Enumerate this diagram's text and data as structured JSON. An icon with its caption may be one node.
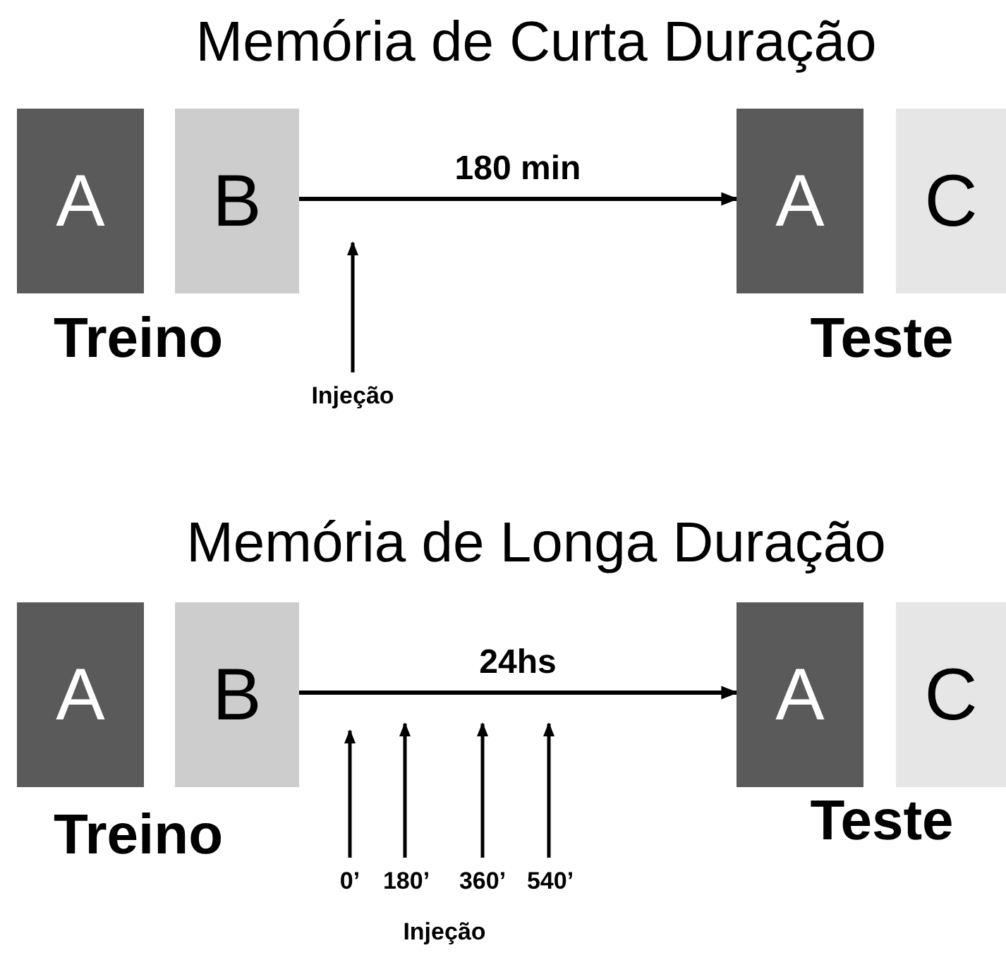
{
  "diagram": {
    "nodes": [
      {
        "text": [
          "A"
        ]
      },
      {
        "text": [
          "B"
        ]
      },
      {
        "text": [
          "A"
        ]
      },
      {
        "text": [
          "C"
        ]
      },
      {
        "text": [
          "Injeção"
        ]
      },
      {
        "text": [
          "A"
        ]
      },
      {
        "text": [
          "B"
        ]
      },
      {
        "text": [
          "A"
        ]
      },
      {
        "text": [
          "C"
        ]
      },
      {
        "text": [
          "0’"
        ]
      },
      {
        "text": [
          "180’"
        ]
      },
      {
        "text": [
          "360’"
        ]
      },
      {
        "text": [
          "540’"
        ]
      }
    ],
    "edges": [
      {
        "from": 1,
        "to": 2,
        "arrow": "to",
        "label": "180 min"
      },
      {
        "from": 4,
        "to": null,
        "arrow": "to"
      },
      {
        "from": 6,
        "to": 7,
        "arrow": "to",
        "label": "24hs"
      },
      {
        "from": 9,
        "to": null,
        "arrow": "to"
      },
      {
        "from": 10,
        "to": null,
        "arrow": "to"
      },
      {
        "from": 11,
        "to": null,
        "arrow": "to"
      },
      {
        "from": 12,
        "to": null,
        "arrow": "to"
      }
    ],
    "labels": [
      "Memória de Curta Duração",
      "Treino",
      "Teste",
      "Memória de Longa Duração",
      "Treino",
      "Teste",
      "Injeção"
    ]
  }
}
